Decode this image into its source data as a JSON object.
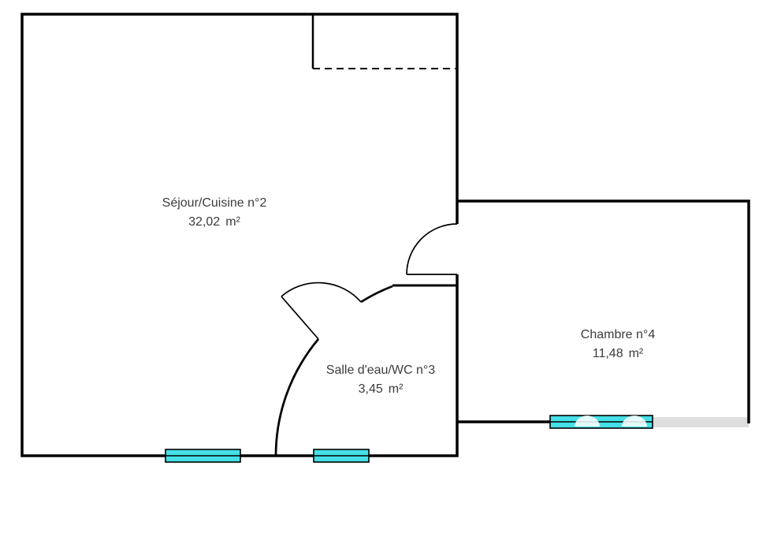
{
  "floorplan": {
    "colors": {
      "wall": "#000000",
      "window": "#45e0e8",
      "muted_wall": "#dedede",
      "text": "#3c3c3c",
      "background": "#ffffff"
    },
    "rooms": [
      {
        "name": "Séjour/Cuisine n°2",
        "area": "32,02",
        "unit": "m²"
      },
      {
        "name": "Salle d'eau/WC n°3",
        "area": "3,45",
        "unit": "m²"
      },
      {
        "name": "Chambre n°4",
        "area": "11,48",
        "unit": "m²"
      }
    ]
  }
}
